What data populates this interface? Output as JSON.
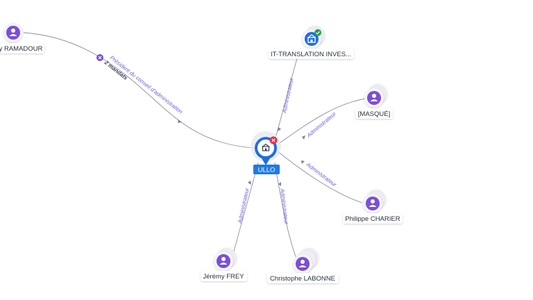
{
  "colors": {
    "person": "#7b4fd6",
    "company": "#1e6fe0",
    "edge": "#8a8fa3",
    "edge_label": "#6b5fd6",
    "ok_badge": "#2e9d52",
    "closed_badge": "#e0304b",
    "center_label_bg": "#1f7ae6"
  },
  "center": {
    "label": "ULLO",
    "icon": "building-icon",
    "badge": "closed-badge-icon"
  },
  "nodes": [
    {
      "id": "ramadour",
      "label": "y RAMADOUR",
      "kind": "person",
      "icon": "person-icon"
    },
    {
      "id": "it_translation",
      "label": "IT-TRANSLATION INVES...",
      "kind": "company",
      "icon": "building-icon",
      "badge": "check-badge-icon"
    },
    {
      "id": "masque",
      "label": "[MASQUÉ]",
      "kind": "person",
      "icon": "person-icon"
    },
    {
      "id": "charier",
      "label": "Philippe CHARIER",
      "kind": "person",
      "icon": "person-icon"
    },
    {
      "id": "labonne",
      "label": "Christophe LABONNE",
      "kind": "person",
      "icon": "person-icon"
    },
    {
      "id": "frey",
      "label": "Jérémy FREY",
      "kind": "person",
      "icon": "person-icon"
    }
  ],
  "edges": [
    {
      "from": "ramadour",
      "label": "Président du conseil d'administration",
      "sublabel": "2 mandats"
    },
    {
      "from": "it_translation",
      "label": "Administrateur"
    },
    {
      "from": "masque",
      "label": "Administrateur"
    },
    {
      "from": "charier",
      "label": "Administrateur"
    },
    {
      "from": "labonne",
      "label": "Administrateur"
    },
    {
      "from": "frey",
      "label": "Administrateur"
    }
  ]
}
